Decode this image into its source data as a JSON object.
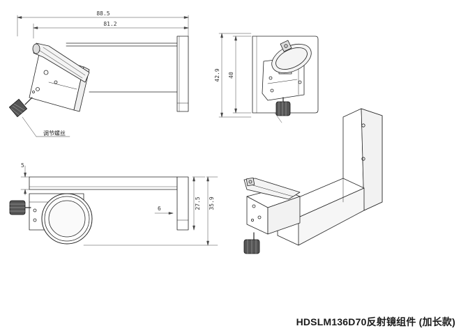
{
  "caption": "HDSLM136D70反射镜组件 (加长款)",
  "front_view": {
    "dim_overall_width": "88.5",
    "dim_bracket_width": "81.2",
    "callout_label": "调节螺丝"
  },
  "side_view": {
    "dim_total_height": "42.9",
    "dim_plate_height": "40"
  },
  "top_view": {
    "dim_thickness": "5",
    "dim_offset": "6",
    "dim_height_a": "27.5",
    "dim_height_b": "35.9"
  }
}
